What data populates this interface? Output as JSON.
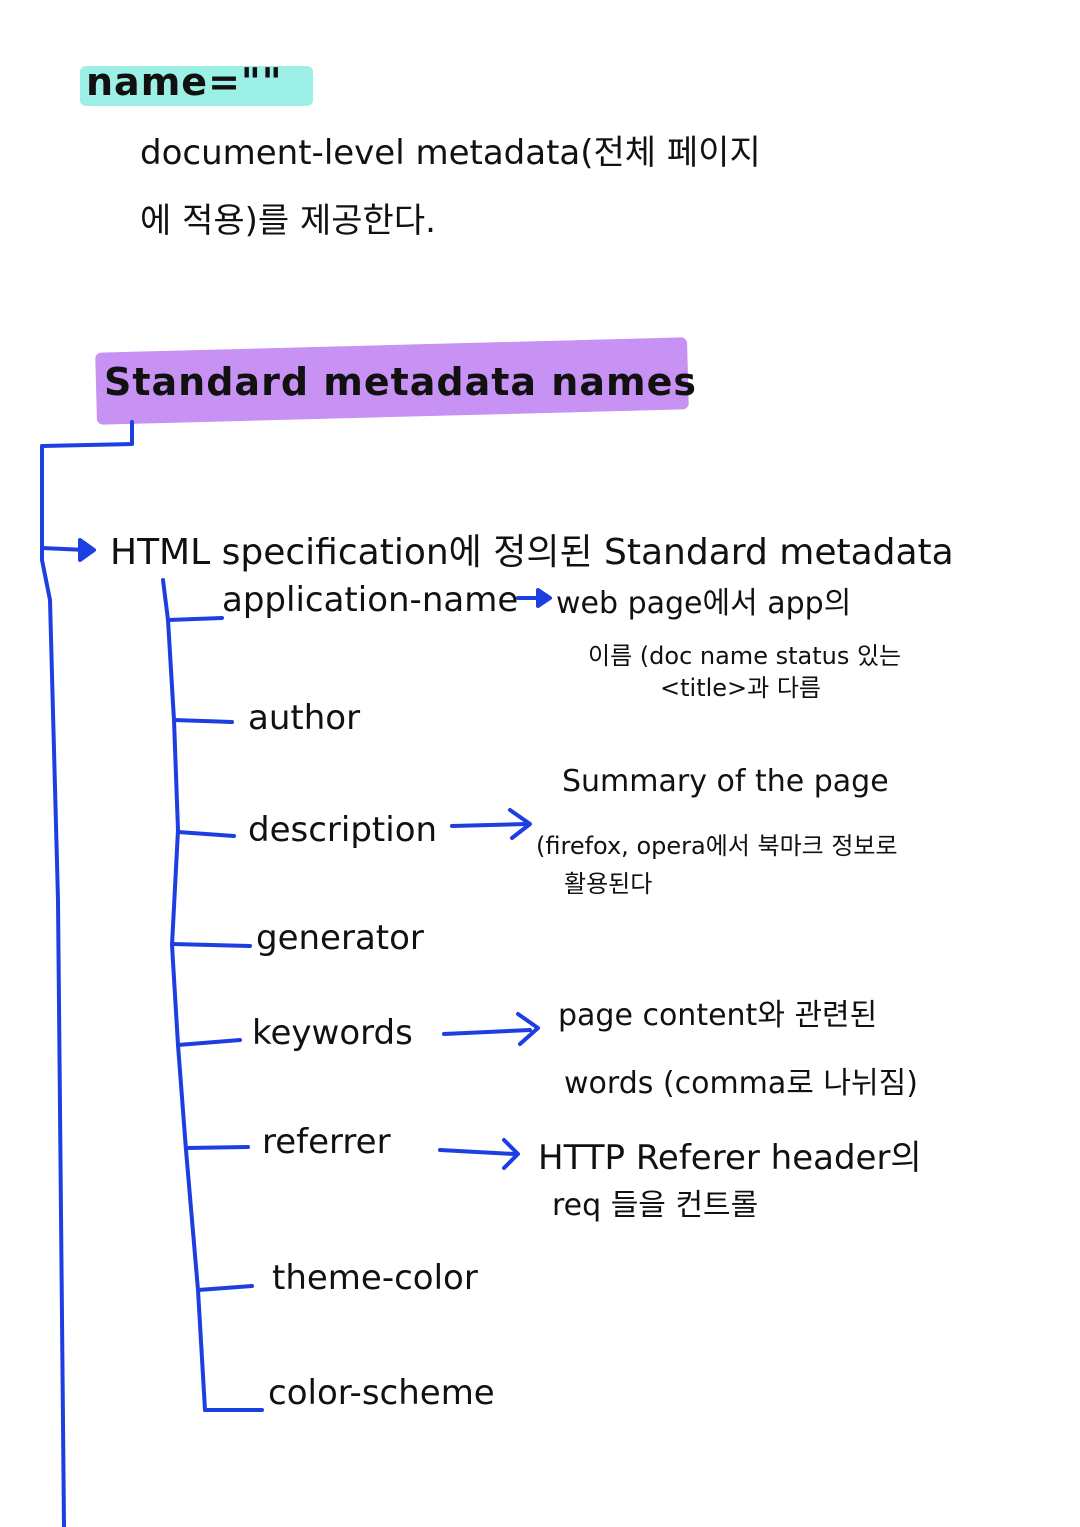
{
  "colors": {
    "heading_highlight": "#9cf0e6",
    "section_highlight": "#c792f3",
    "tree_line": "#1d3ee0",
    "ink": "#111111"
  },
  "heading": "name=\"\"",
  "intro": {
    "line1": "document-level metadata(전체 페이지",
    "line2": "에 적용)를 제공한다."
  },
  "section_title": "Standard metadata names",
  "branch": "HTML specification에 정의된 Standard metadata",
  "items": [
    {
      "name": "application-name",
      "note": [
        "web page에서 app의",
        "이름 (doc name status 있는",
        "<title>과 다름"
      ]
    },
    {
      "name": "author",
      "note": []
    },
    {
      "name": "description",
      "note": [
        "Summary of the page",
        "(firefox, opera에서 북마크 정보로",
        "활용된다"
      ]
    },
    {
      "name": "generator",
      "note": []
    },
    {
      "name": "keywords",
      "note": [
        "page content와 관련된",
        "words (comma로 나뉘짐)"
      ]
    },
    {
      "name": "referrer",
      "note": [
        "HTTP Referer header의",
        "req 들을 컨트롤"
      ]
    },
    {
      "name": "theme-color",
      "note": []
    },
    {
      "name": "color-scheme",
      "note": []
    }
  ]
}
